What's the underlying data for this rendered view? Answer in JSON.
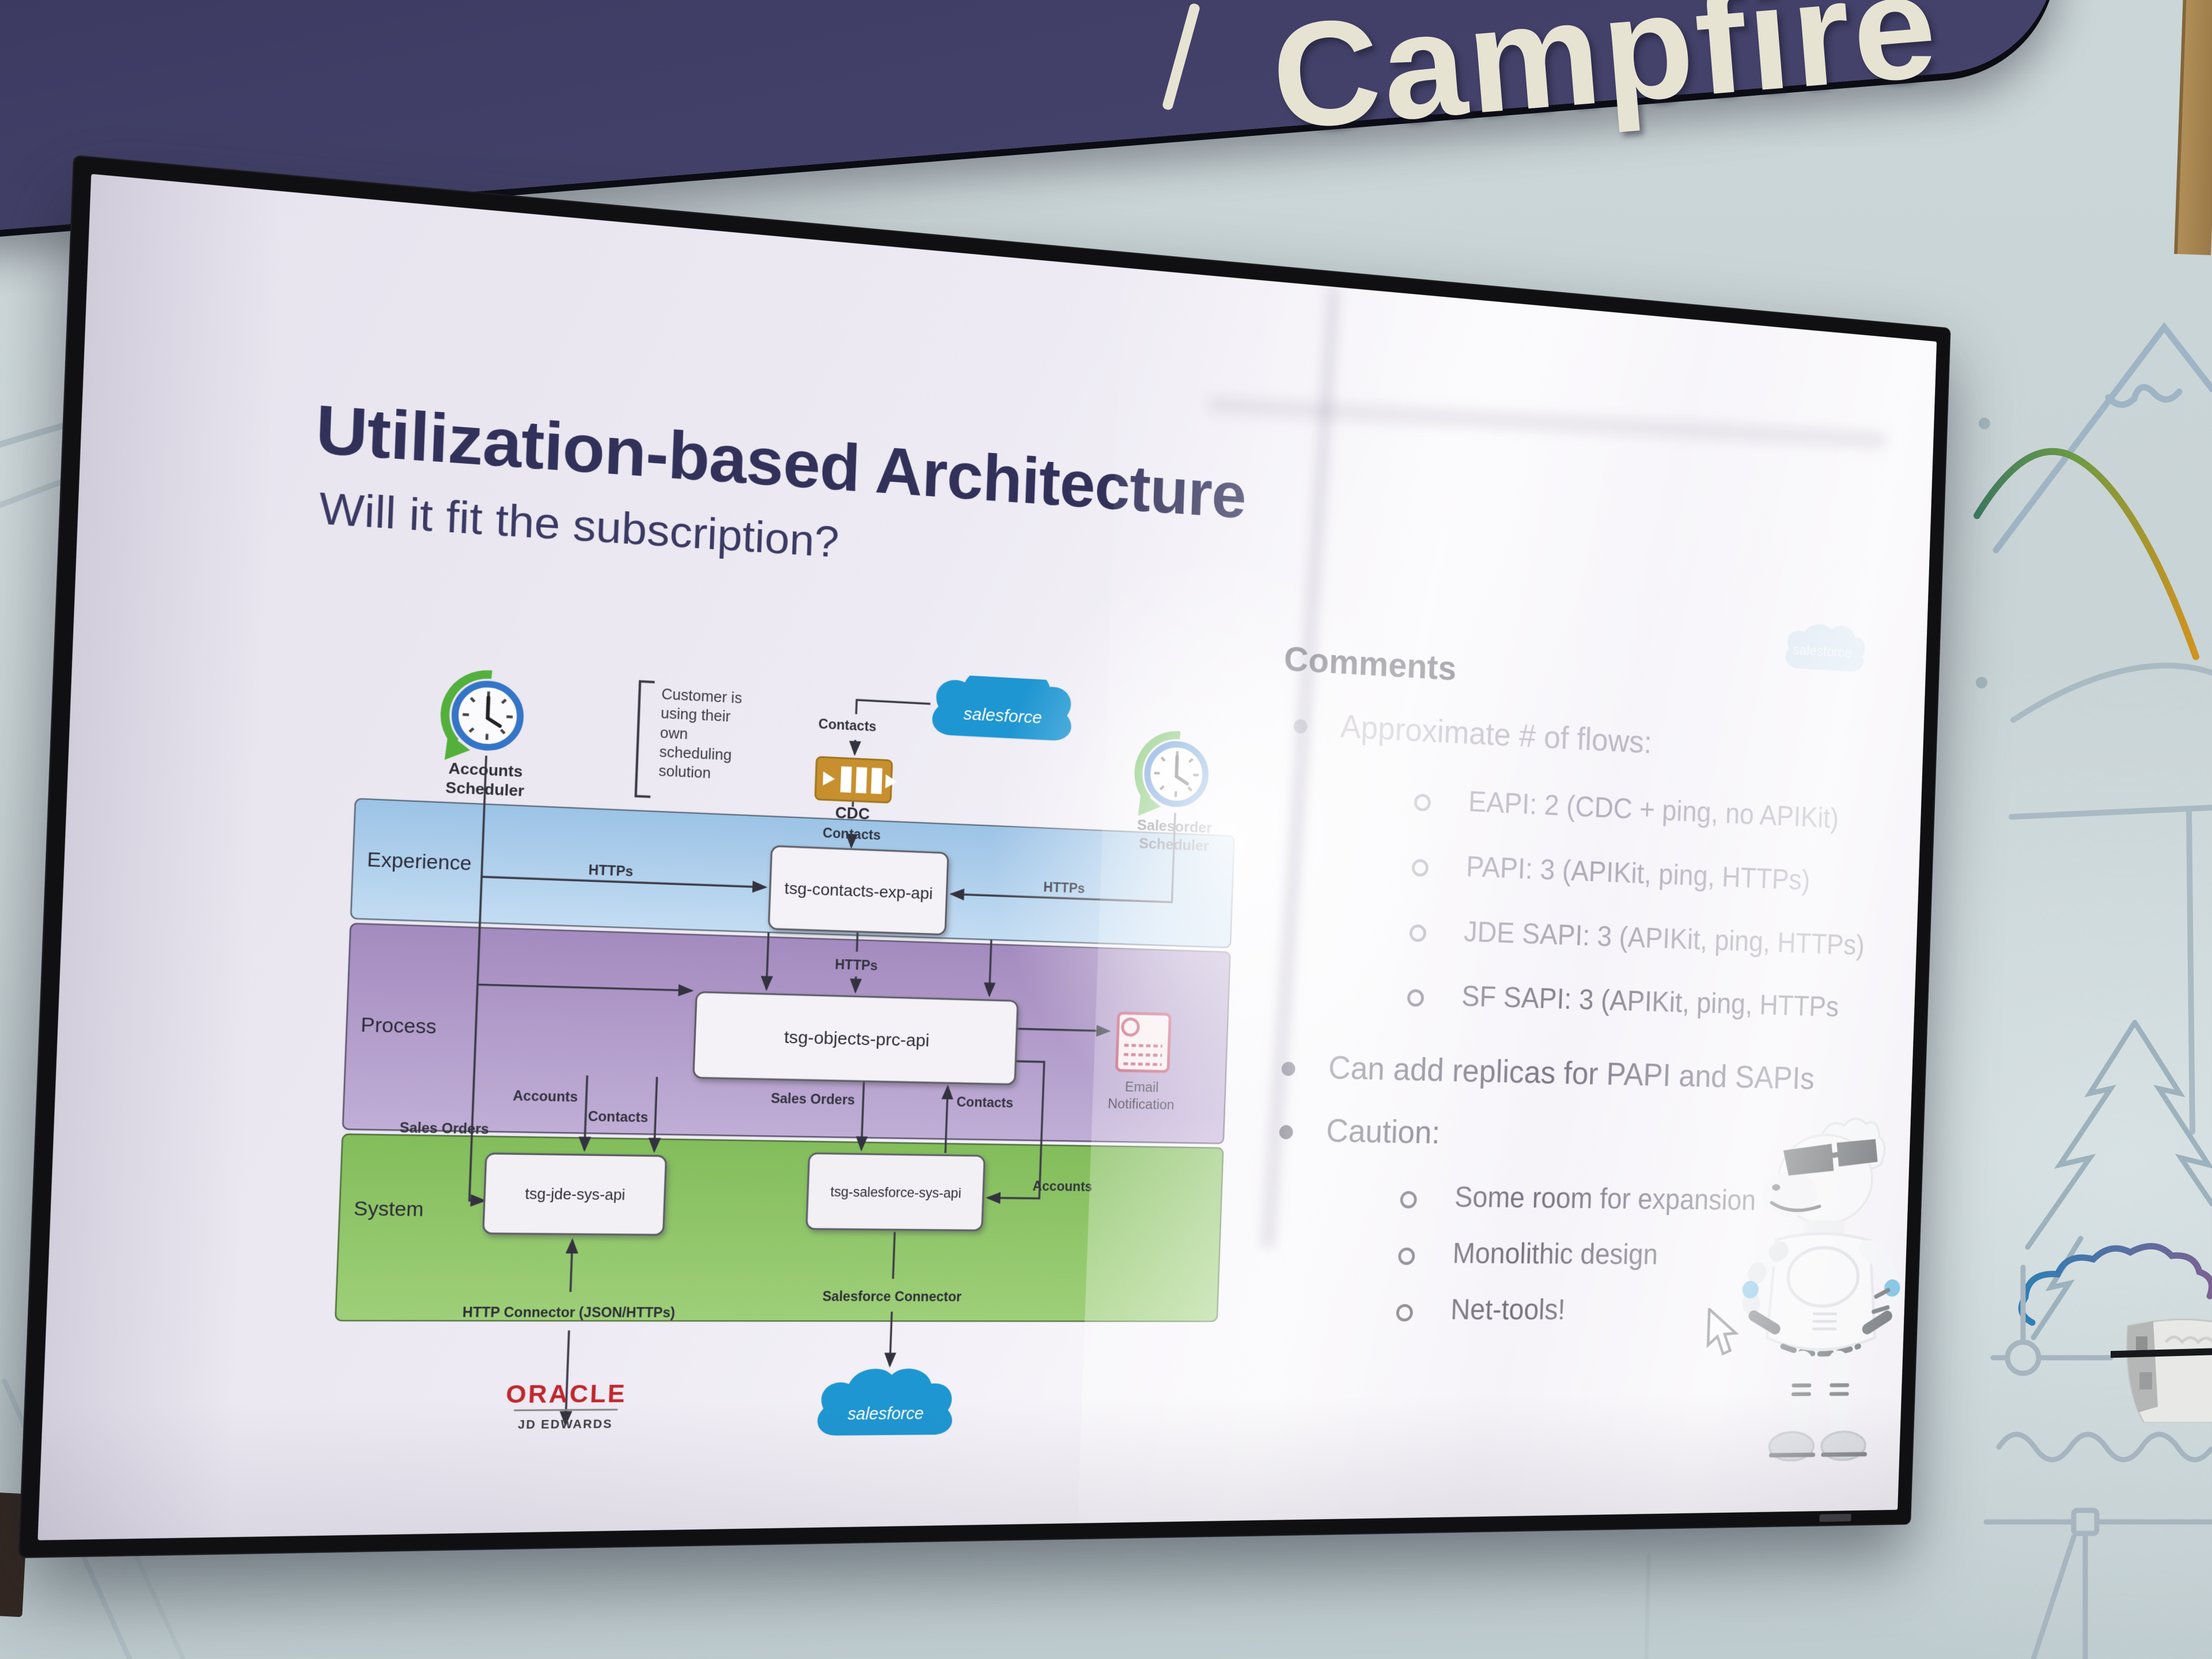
{
  "wall": {
    "banner_text": "Campfire"
  },
  "slide": {
    "title": "Utilization-based Architecture",
    "subtitle": "Will it fit the subscription?",
    "watermark_logo": "salesforce",
    "comments": {
      "heading": "Comments",
      "items": [
        {
          "level": 1,
          "text": "Approximate # of flows:"
        },
        {
          "level": 2,
          "text": "EAPI:  2 (CDC + ping, no APIKit)"
        },
        {
          "level": 2,
          "text": "PAPI: 3 (APIKit, ping, HTTPs)"
        },
        {
          "level": 2,
          "text": "JDE SAPI: 3 (APIKit, ping, HTTPs)"
        },
        {
          "level": 2,
          "text": "SF SAPI: 3 (APIKit, ping, HTTPs"
        },
        {
          "level": 1,
          "text": "Can add replicas for PAPI and SAPIs"
        },
        {
          "level": 1,
          "text": "Caution:"
        },
        {
          "level": 2,
          "text": "Some room for expansion"
        },
        {
          "level": 2,
          "text": "Monolithic design"
        },
        {
          "level": 2,
          "text": "Net-tools!"
        }
      ]
    },
    "diagram": {
      "schedulers": {
        "accounts_line1": "Accounts",
        "accounts_line2": "Scheduler",
        "salesorder_line1": "Salesorder",
        "salesorder_line2": "Scheduler"
      },
      "note_lines": [
        "Customer is",
        "using their",
        "own",
        "scheduling",
        "solution"
      ],
      "salesforce_logo_top": "salesforce",
      "salesforce_logo_bottom": "salesforce",
      "cdc_label": "CDC",
      "layers": {
        "experience": "Experience",
        "process": "Process",
        "system": "System"
      },
      "apis": {
        "exp": "tsg-contacts-exp-api",
        "prc": "tsg-objects-prc-api",
        "jde": "tsg-jde-sys-api",
        "sf": "tsg-salesforce-sys-api"
      },
      "flow_labels": {
        "contacts_cloud": "Contacts",
        "contacts_cdc": "Contacts",
        "https_left": "HTTPs",
        "https_right": "HTTPs",
        "https_mid": "HTTPs",
        "accounts_left": "Accounts",
        "contacts_left": "Contacts",
        "sales_orders_left": "Sales Orders",
        "sales_orders_mid": "Sales Orders",
        "contacts_mid": "Contacts",
        "accounts_right": "Accounts"
      },
      "email_line1": "Email",
      "email_line2": "Notification",
      "connectors": {
        "http": "HTTP Connector (JSON/HTTPs)",
        "salesforce": "Salesforce Connector"
      },
      "oracle_line1": "ORACLE",
      "oracle_line2": "JD EDWARDS"
    }
  }
}
